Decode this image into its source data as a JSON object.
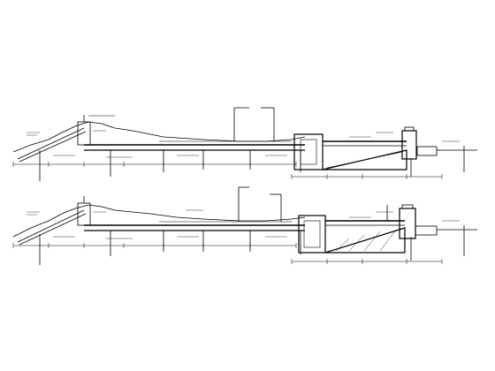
{
  "drawing": {
    "type": "engineering-section-drawing",
    "description_visible_text": "",
    "sheet_colors": {
      "background": "#ffffff",
      "linework": "#000000",
      "annotation": "#000000"
    },
    "views": [
      {
        "id": "upper-section",
        "label": ""
      },
      {
        "id": "lower-section",
        "label": ""
      }
    ]
  }
}
